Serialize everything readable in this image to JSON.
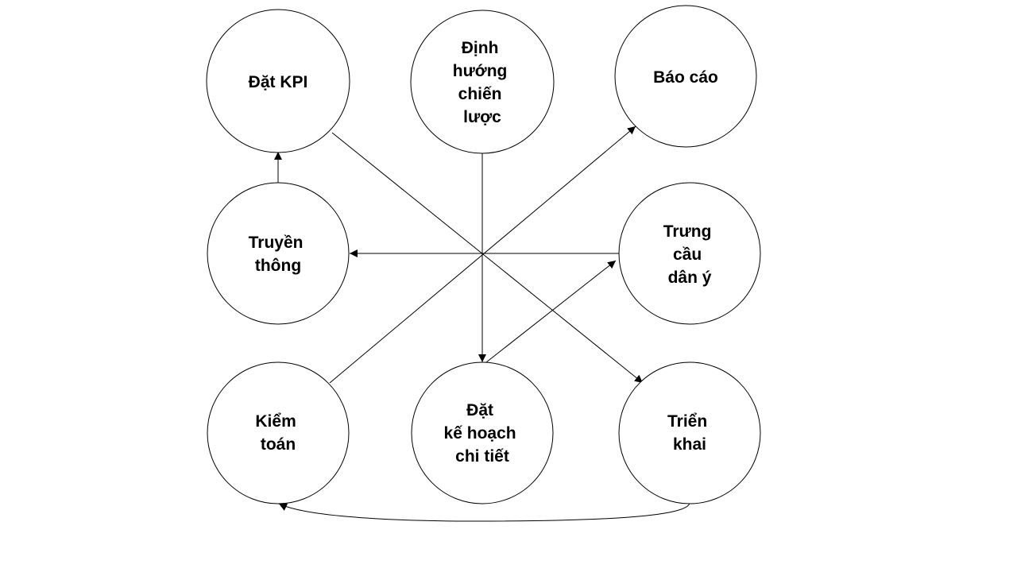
{
  "diagram": {
    "type": "flow",
    "nodes": [
      {
        "id": "dat-kpi",
        "lines": [
          "Đặt KPI"
        ]
      },
      {
        "id": "dinh-huong",
        "lines": [
          "Định",
          "hướng",
          "chiến",
          "lược"
        ]
      },
      {
        "id": "bao-cao",
        "lines": [
          "Báo cáo"
        ]
      },
      {
        "id": "truyen-thong",
        "lines": [
          "Truyền",
          "thông"
        ]
      },
      {
        "id": "trung-cau",
        "lines": [
          "Trưng",
          "cầu",
          "dân ý"
        ]
      },
      {
        "id": "kiem-toan",
        "lines": [
          "Kiểm",
          "toán"
        ]
      },
      {
        "id": "dat-ke-hoach",
        "lines": [
          "Đặt",
          "kế hoạch",
          "chi tiết"
        ]
      },
      {
        "id": "trien-khai",
        "lines": [
          "Triển",
          "khai"
        ]
      }
    ],
    "edges": [
      {
        "from": "dinh-huong",
        "to": "dat-ke-hoach"
      },
      {
        "from": "dat-ke-hoach",
        "to": "trung-cau"
      },
      {
        "from": "trung-cau",
        "to": "truyen-thong"
      },
      {
        "from": "truyen-thong",
        "to": "dat-kpi"
      },
      {
        "from": "dat-kpi",
        "to": "trien-khai"
      },
      {
        "from": "trien-khai",
        "to": "kiem-toan"
      },
      {
        "from": "kiem-toan",
        "to": "bao-cao"
      }
    ],
    "colors": {
      "stroke": "#000000",
      "fill": "#ffffff",
      "text": "#000000"
    }
  }
}
